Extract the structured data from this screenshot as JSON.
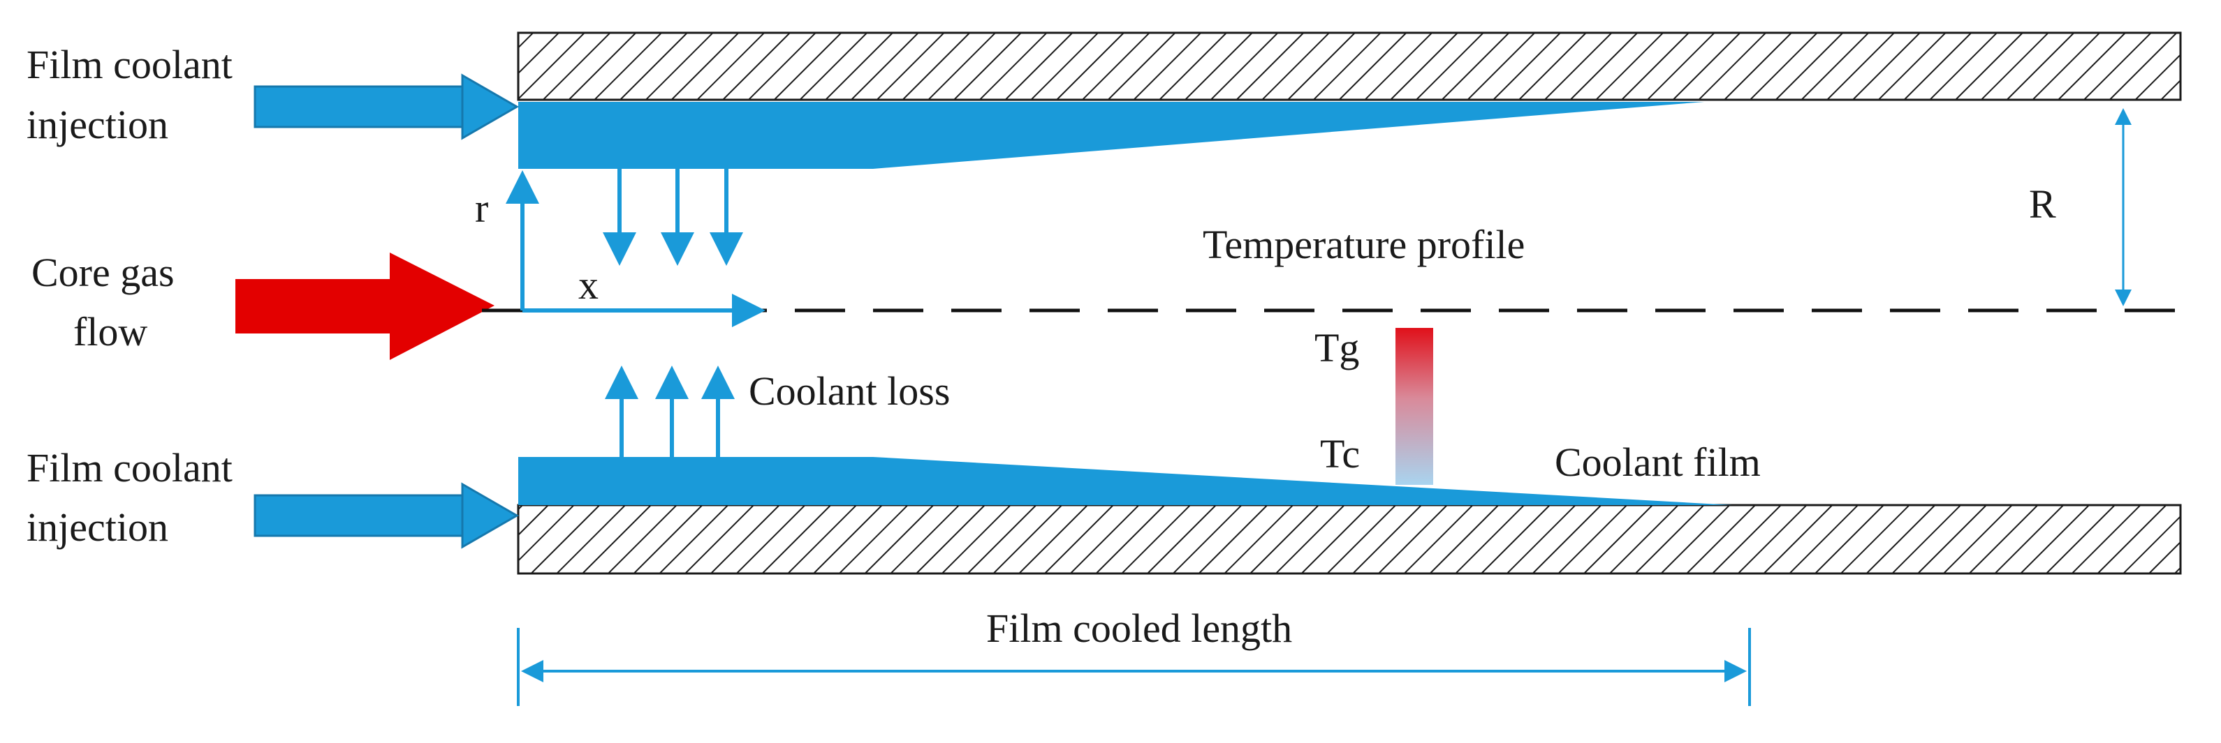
{
  "labels": {
    "top_injection_line1": "Film coolant",
    "top_injection_line2": "injection",
    "bottom_injection_line1": "Film coolant",
    "bottom_injection_line2": "injection",
    "core_gas_line1": "Core gas",
    "core_gas_line2": "flow",
    "r_axis": "r",
    "x_axis": "x",
    "radius": "R",
    "temperature_profile": "Temperature profile",
    "t_gas": "Tg",
    "t_coolant": "Tc",
    "coolant_loss": "Coolant loss",
    "coolant_film": "Coolant film",
    "film_cooled_length": "Film cooled length"
  },
  "colors": {
    "coolant_blue": "#1a9ad9",
    "core_gas_red": "#e30000",
    "gradient_hot": "#e0101a",
    "gradient_cold": "#a9d4ef",
    "wall_hatch": "#1a1a1a",
    "centerline": "#111111"
  }
}
